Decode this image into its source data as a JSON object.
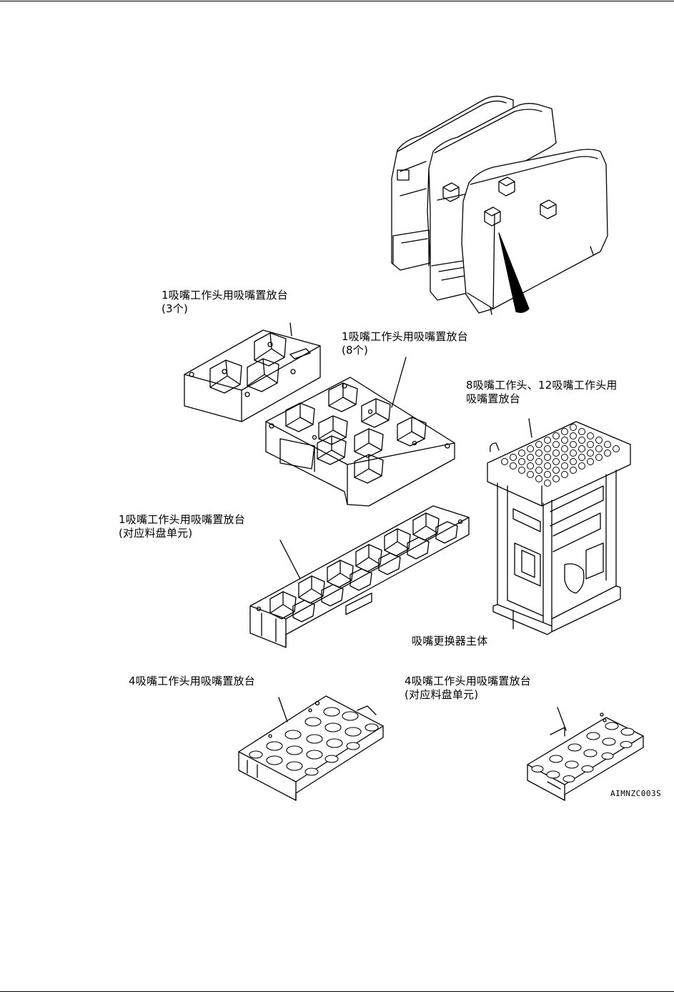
{
  "labels": {
    "holder_1n_3": {
      "line1": "1吸嘴工作头用吸嘴置放台",
      "line2": "(3个)"
    },
    "holder_1n_8": {
      "line1": "1吸嘴工作头用吸嘴置放台",
      "line2": "(8个)"
    },
    "holder_8n_12n": {
      "line1": "8吸嘴工作头、12吸嘴工作头用",
      "line2": "吸嘴置放台"
    },
    "holder_1n_tray": {
      "line1": "1吸嘴工作头用吸嘴置放台",
      "line2": "(对应料盘单元)"
    },
    "changer_body": {
      "line1": "吸嘴更换器主体"
    },
    "holder_4n": {
      "line1": "4吸嘴工作头用吸嘴置放台"
    },
    "holder_4n_tray": {
      "line1": "4吸嘴工作头用吸嘴置放台",
      "line2": "(对应料盘单元)"
    }
  },
  "figure_code": "AIMNZC003S"
}
